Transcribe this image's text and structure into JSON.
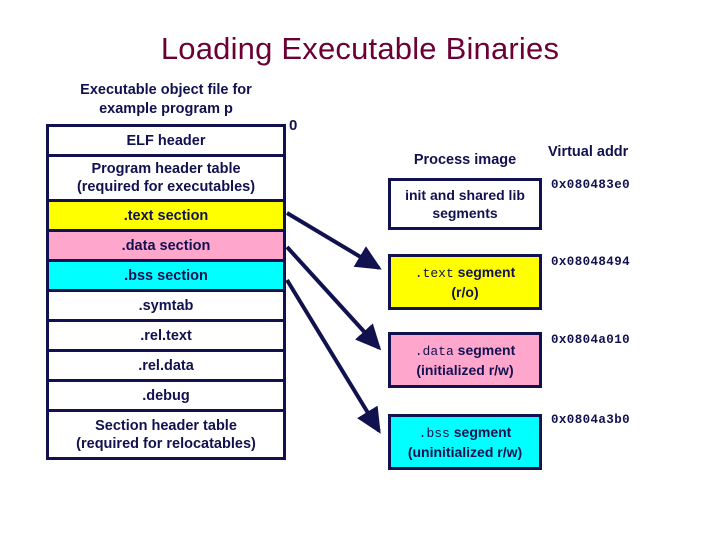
{
  "slide": {
    "title": "Loading Executable Binaries",
    "background_color": "#ffffff",
    "title_color": "#6b0034",
    "ink_color": "#11114f"
  },
  "object_file": {
    "caption_line1": "Executable object file for",
    "caption_line2": "example program p",
    "origin_label": "0",
    "sections": [
      {
        "name": "elf-header",
        "label": "ELF header",
        "label2": "",
        "fill": "#ffffff",
        "lines": 1
      },
      {
        "name": "program-header",
        "label": "Program header table",
        "label2": "(required for executables)",
        "fill": "#ffffff",
        "lines": 2
      },
      {
        "name": "text-section",
        "label": ".text section",
        "label2": "",
        "fill": "#ffff00",
        "lines": 1
      },
      {
        "name": "data-section",
        "label": ".data section",
        "label2": "",
        "fill": "#ffa6cd",
        "lines": 1
      },
      {
        "name": "bss-section",
        "label": ".bss section",
        "label2": "",
        "fill": "#00ffff",
        "lines": 1
      },
      {
        "name": "symtab",
        "label": ".symtab",
        "label2": "",
        "fill": "#ffffff",
        "lines": 1
      },
      {
        "name": "rel-text",
        "label": ".rel.text",
        "label2": "",
        "fill": "#ffffff",
        "lines": 1
      },
      {
        "name": "rel-data",
        "label": ".rel.data",
        "label2": "",
        "fill": "#ffffff",
        "lines": 1
      },
      {
        "name": "debug",
        "label": ".debug",
        "label2": "",
        "fill": "#ffffff",
        "lines": 1
      },
      {
        "name": "section-header",
        "label": "Section header table",
        "label2": "(required for relocatables)",
        "fill": "#ffffff",
        "lines": 2
      }
    ]
  },
  "process_image": {
    "header": "Process image",
    "vaddr_header": "Virtual addr",
    "segments": [
      {
        "name": "init-shared-lib",
        "line1": "init and shared lib",
        "line2": "segments",
        "mono_prefix": "",
        "fill": "#ffffff",
        "vaddr": "0x080483e0"
      },
      {
        "name": "text-segment",
        "mono_prefix": ".text",
        "line1": " segment",
        "line2": "(r/o)",
        "fill": "#ffff00",
        "vaddr": "0x08048494"
      },
      {
        "name": "data-segment",
        "mono_prefix": ".data",
        "line1": " segment",
        "line2": "(initialized r/w)",
        "fill": "#ffa6cd",
        "vaddr": "0x0804a010"
      },
      {
        "name": "bss-segment",
        "mono_prefix": ".bss",
        "line1": " segment",
        "line2": "(uninitialized r/w)",
        "fill": "#00ffff",
        "vaddr": "0x0804a3b0"
      }
    ]
  },
  "mapping_arrows": [
    {
      "name": "arrow-text-to-text-segment",
      "from_section": ".text section",
      "to_segment": ".text segment"
    },
    {
      "name": "arrow-data-to-data-segment",
      "from_section": ".data section",
      "to_segment": ".data segment"
    },
    {
      "name": "arrow-bss-to-bss-segment",
      "from_section": ".bss section",
      "to_segment": ".bss segment"
    }
  ]
}
